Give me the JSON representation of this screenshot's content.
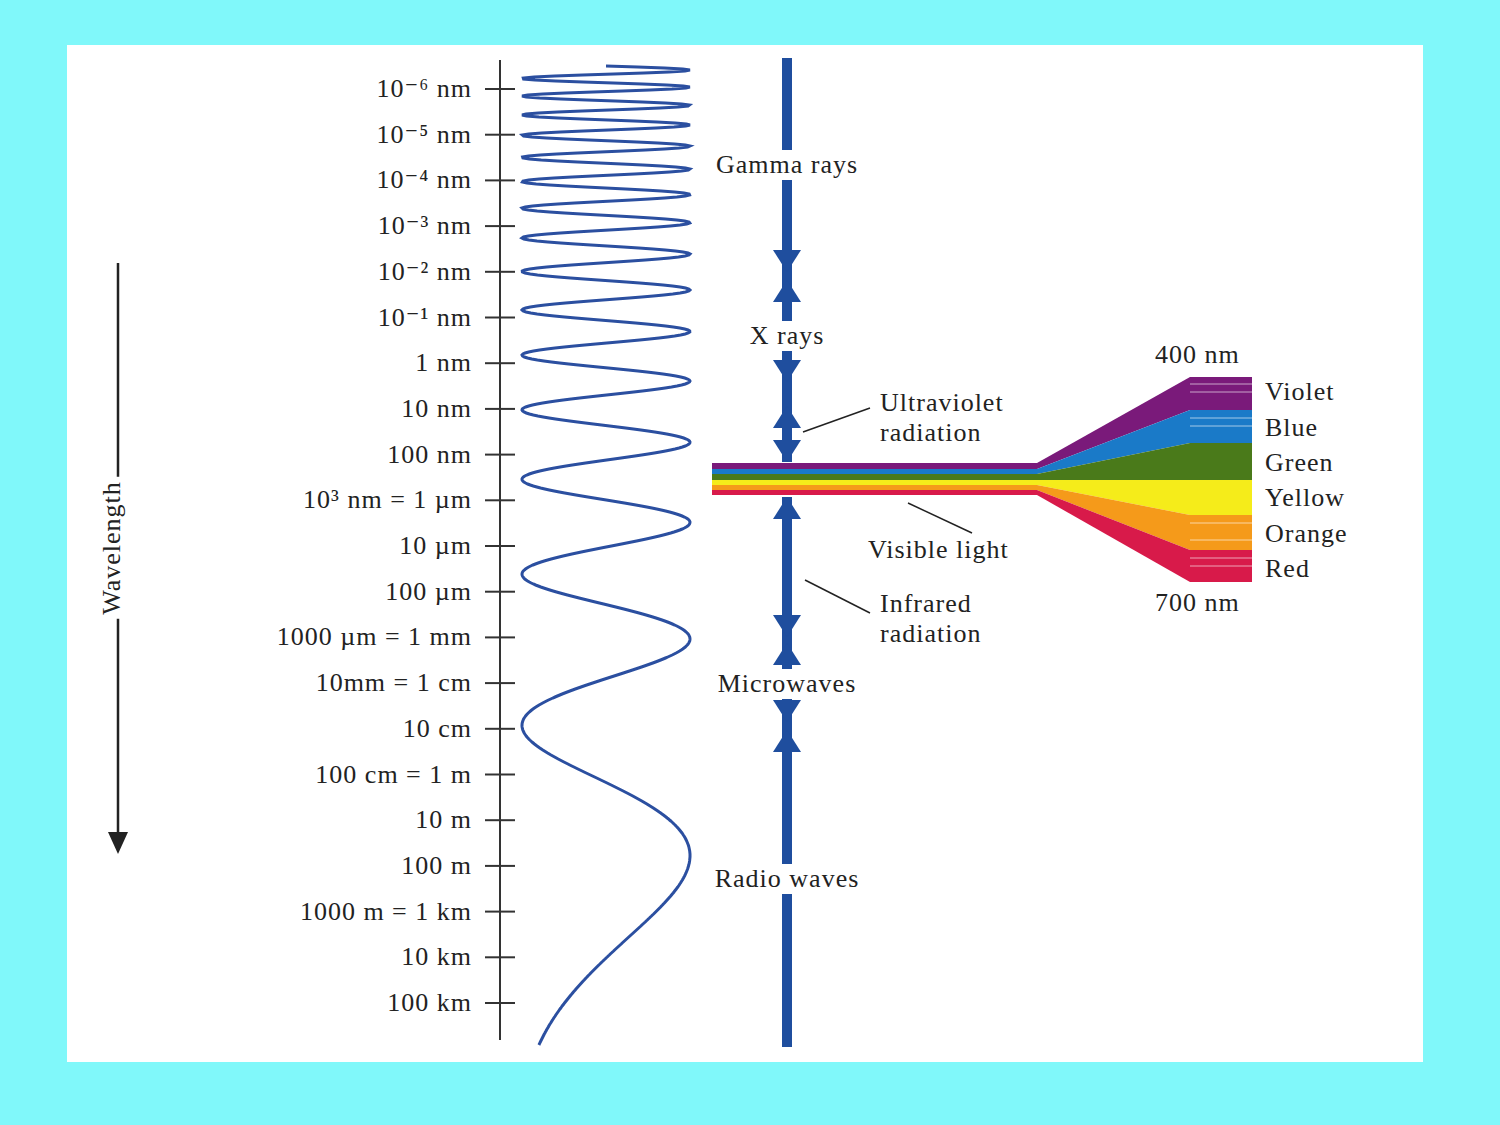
{
  "diagram": {
    "labels": [
      "10⁻⁶ nm",
      "10⁻⁵ nm",
      "10⁻⁴ nm",
      "10⁻³ nm",
      "10⁻² nm",
      "10⁻¹ nm",
      "1 nm",
      "10 nm",
      "100 nm",
      "10³ nm = 1 µm",
      "10 µm",
      "100 µm",
      "1000 µm = 1 mm",
      "10mm = 1 cm",
      "10 cm",
      "100 cm = 1 m",
      "10 m",
      "100 m",
      "1000 m = 1 km",
      "10 km",
      "100 km",
      "Gamma rays",
      "X rays",
      "Ultraviolet radiation",
      "Visible light",
      "Infrared radiation",
      "Microwaves",
      "Radio waves",
      "400 nm",
      "Violet",
      "Blue",
      "Green",
      "Yellow",
      "Orange",
      "Red",
      "700 nm",
      "Wavelength"
    ]
  }
}
